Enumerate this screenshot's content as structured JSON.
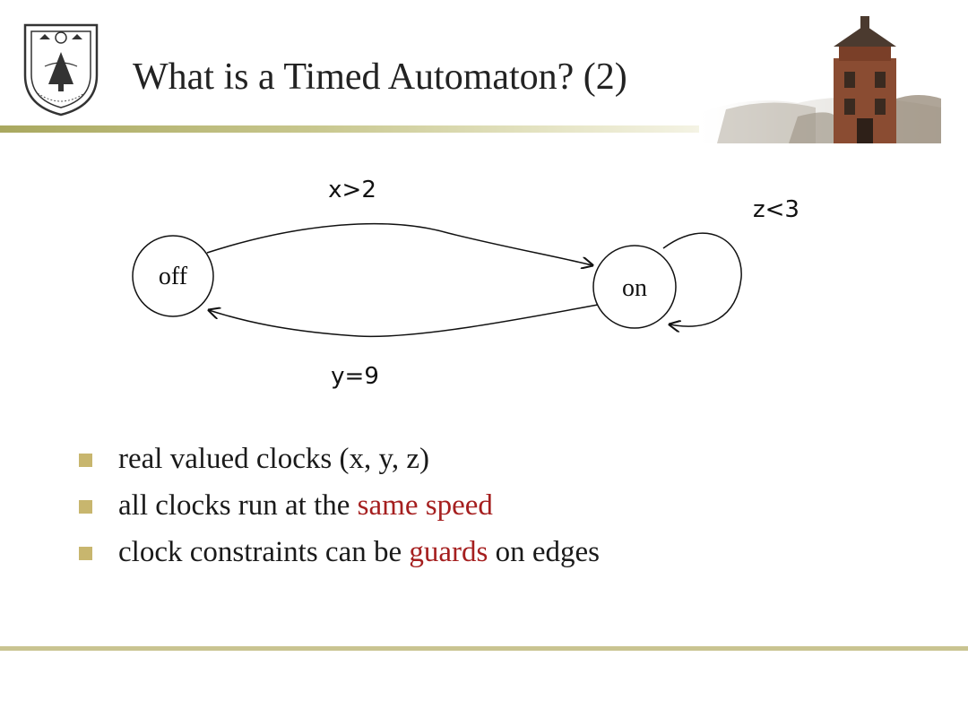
{
  "slide": {
    "title": "What is a Timed Automaton? (2)"
  },
  "diagram": {
    "states": [
      {
        "id": "off",
        "label": "off"
      },
      {
        "id": "on",
        "label": "on"
      }
    ],
    "edges": [
      {
        "from": "off",
        "to": "on",
        "label": "x>2"
      },
      {
        "from": "on",
        "to": "off",
        "label": "y=9"
      },
      {
        "from": "on",
        "to": "on",
        "label": "z<3"
      }
    ]
  },
  "bullets": [
    {
      "segments": [
        {
          "text": "real valued clocks (x, y, z)",
          "emphasis": false
        }
      ]
    },
    {
      "segments": [
        {
          "text": "all clocks run at the ",
          "emphasis": false
        },
        {
          "text": "same speed",
          "emphasis": true
        }
      ]
    },
    {
      "segments": [
        {
          "text": "clock constraints can be ",
          "emphasis": false
        },
        {
          "text": "guards",
          "emphasis": true
        },
        {
          "text": " on edges",
          "emphasis": false
        }
      ]
    }
  ],
  "colors": {
    "emphasis": "#a51f1f",
    "bullet_marker": "#c8b66e",
    "rule": "#c9c491"
  }
}
